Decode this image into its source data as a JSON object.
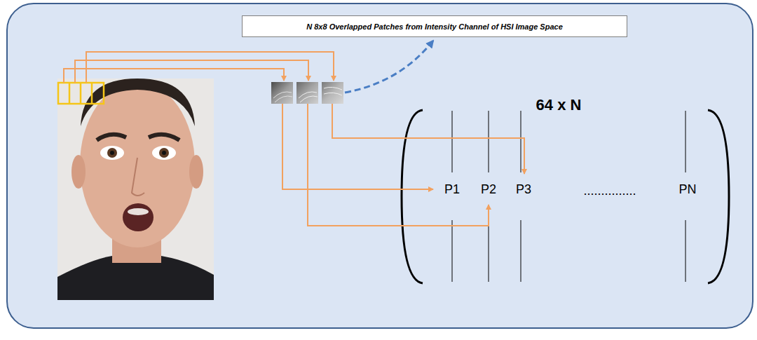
{
  "diagram": {
    "nodes": [
      {
        "text": [
          "N 8x8 Overlapped Patches from Intensity Channel of HSI Image Space"
        ]
      }
    ],
    "labels": [
      "64 x N",
      "P1",
      "P2",
      "P3",
      "...............",
      "PN"
    ]
  }
}
